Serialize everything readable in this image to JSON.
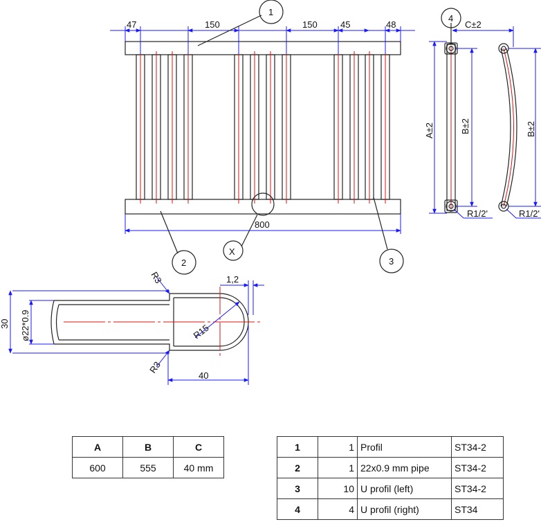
{
  "front_view": {
    "dimensions": [
      "47",
      "150",
      "150",
      "45",
      "48",
      "800"
    ],
    "callouts": [
      "1",
      "2",
      "3",
      "X"
    ]
  },
  "side_views": {
    "straight": {
      "callout": "4",
      "labels": [
        "A±2",
        "B±2",
        "R1/2'"
      ]
    },
    "curved": {
      "labels": [
        "C±2",
        "B±2",
        "R1/2'"
      ]
    }
  },
  "detail_x": {
    "labels": [
      "R3",
      "R3",
      "1,2",
      "30",
      "ø22*0.9",
      "R15",
      "40"
    ]
  },
  "dims_table": {
    "headers": [
      "A",
      "B",
      "C"
    ],
    "values": [
      "600",
      "555",
      "40 mm"
    ]
  },
  "parts_table": [
    {
      "no": "1",
      "qty": "1",
      "desc": "Profil",
      "material": "ST34-2"
    },
    {
      "no": "2",
      "qty": "1",
      "desc": "22x0.9 mm pipe",
      "material": "ST34-2"
    },
    {
      "no": "3",
      "qty": "10",
      "desc": "U profil (left)",
      "material": "ST34-2"
    },
    {
      "no": "4",
      "qty": "4",
      "desc": "U profil (right)",
      "material": "ST34"
    }
  ],
  "colors": {
    "dimension": "#1a1aff",
    "outline": "#222222",
    "centerline": "#e01010"
  }
}
